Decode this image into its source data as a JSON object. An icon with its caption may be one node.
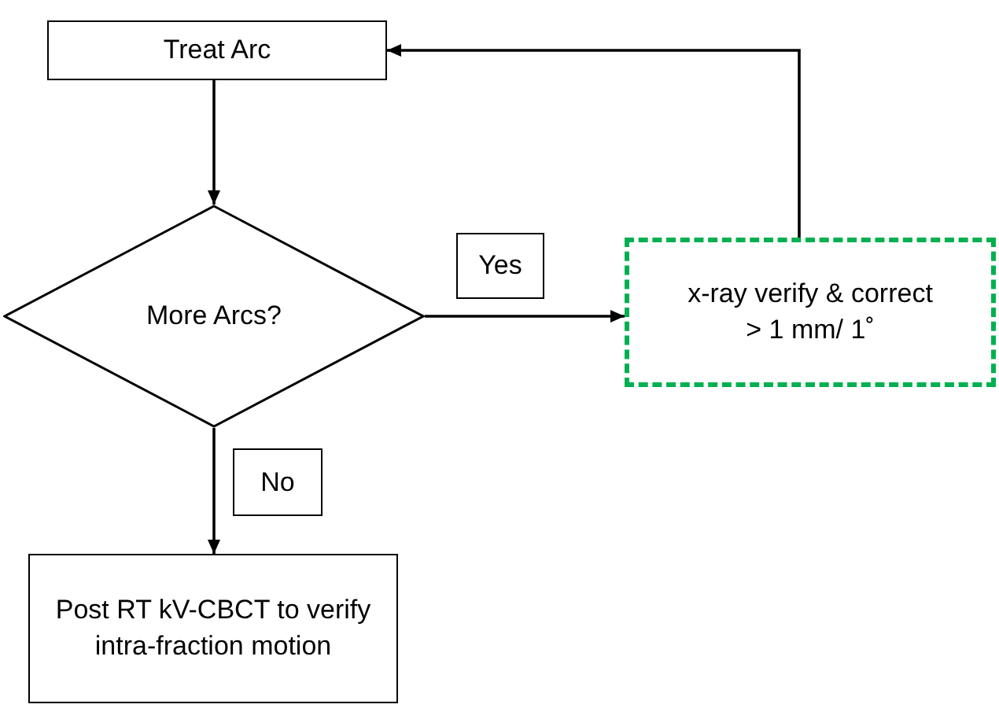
{
  "diagram": {
    "nodes": [
      {
        "text": [
          "Treat Arc"
        ]
      },
      {
        "text": [
          "More Arcs?"
        ]
      },
      {
        "text": [
          "x-ray verify & correct > 1 mm/ 1˚"
        ]
      },
      {
        "text": [
          "Post RT kV-CBCT to verify intra-fraction motion"
        ]
      }
    ],
    "edges": [
      {
        "from": 0,
        "to": 1,
        "arrow": "to"
      },
      {
        "from": 1,
        "to": 2,
        "arrow": "to",
        "label": "Yes"
      },
      {
        "from": 2,
        "to": 0,
        "arrow": "to"
      },
      {
        "from": 1,
        "to": 3,
        "arrow": "to",
        "label": "No"
      }
    ]
  }
}
